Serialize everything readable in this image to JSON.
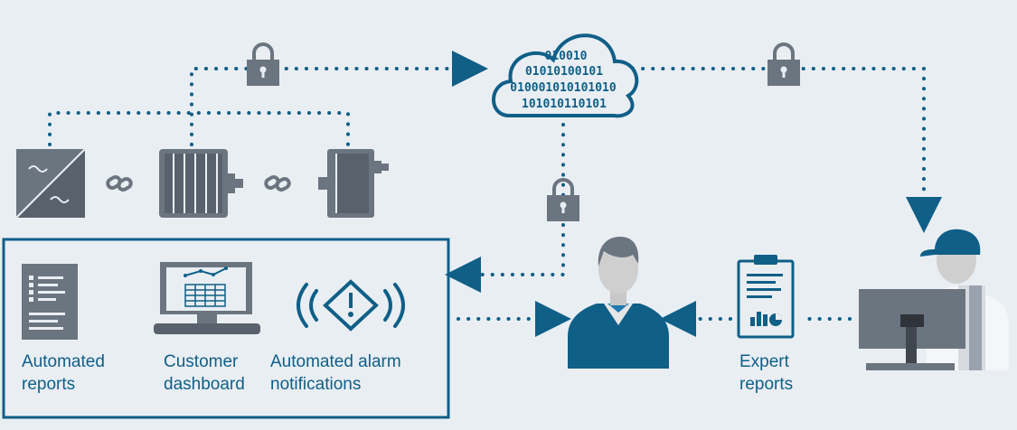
{
  "cloud": {
    "binary_rows": [
      "010010",
      "01010100101",
      "010001010101010",
      "101010110101"
    ]
  },
  "box_items": [
    {
      "line1": "Automated",
      "line2": "reports"
    },
    {
      "line1": "Customer",
      "line2": "dashboard"
    },
    {
      "line1": "Automated alarm",
      "line2": "notifications"
    }
  ],
  "expert_reports": {
    "line1": "Expert",
    "line2": "reports"
  },
  "colors": {
    "background": "#e9eef3",
    "accent": "#0f5f87",
    "device_gray": "#6b7580",
    "dots": "#0f5f87"
  },
  "icons": [
    "drive-icon",
    "link-icon",
    "motor-icon",
    "gearbox-icon",
    "lock-icon",
    "cloud-icon",
    "report-icon",
    "monitor-dashboard-icon",
    "alarm-icon",
    "customer-person-icon",
    "clipboard-icon",
    "expert-technician-icon"
  ]
}
